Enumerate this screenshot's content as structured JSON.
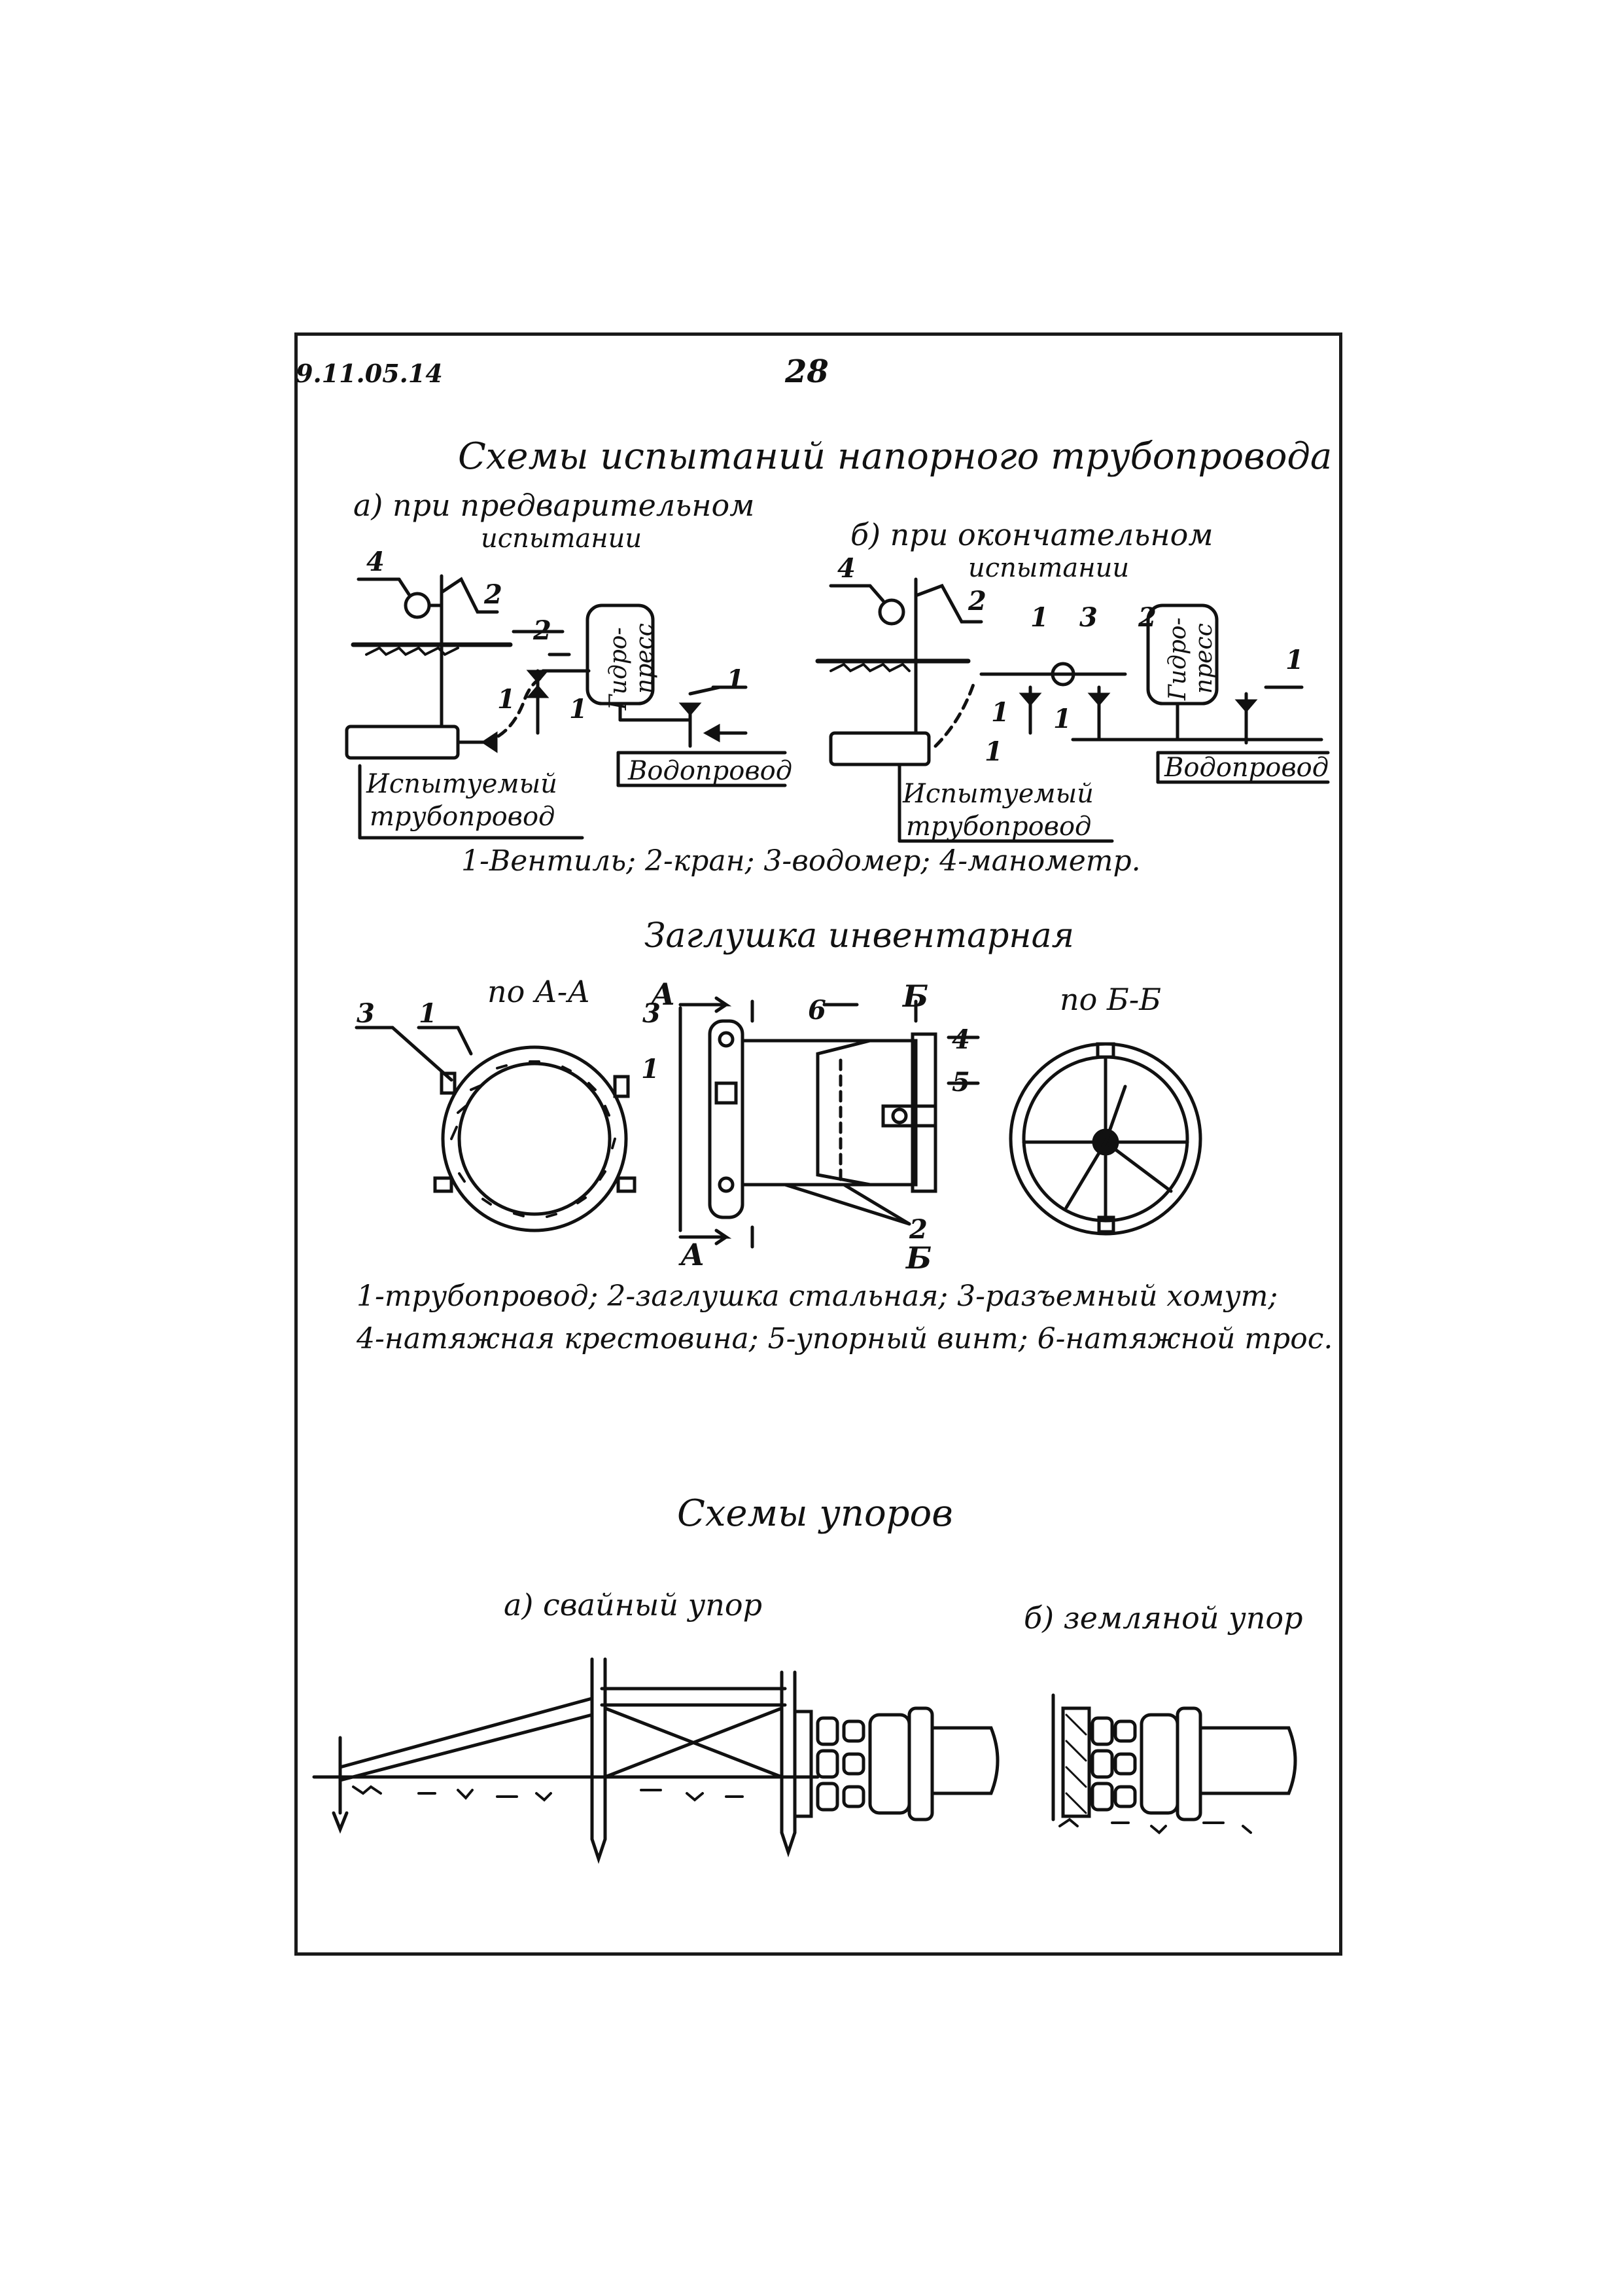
{
  "header": {
    "doc_code": "9.11.05.14",
    "page_number": "28"
  },
  "section1": {
    "title": "Схемы испытаний напорного трубопровода",
    "sub_a": [
      "а) при предварительном",
      "испытании"
    ],
    "sub_b": [
      "б) при окончательном",
      "испытании"
    ],
    "tested_pipe": [
      "Испытуемый",
      "трубопровод"
    ],
    "water_main": "Водопровод",
    "hydropress": [
      "Гидро-",
      "пресс"
    ],
    "callouts": [
      "1",
      "2",
      "3",
      "4"
    ],
    "legend": "1-Вентиль; 2-кран; 3-водомер; 4-манометр."
  },
  "section2": {
    "title": "Заглушка инвентарная",
    "view_aa": "по А-А",
    "view_bb": "по Б-Б",
    "section_marks": [
      "А",
      "Б"
    ],
    "callouts": [
      "1",
      "2",
      "3",
      "4",
      "5",
      "6"
    ],
    "legend_line1": "1-трубопровод; 2-заглушка стальная; 3-разъемный хомут;",
    "legend_line2": "4-натяжная крестовина; 5-упорный винт; 6-натяжной трос."
  },
  "section3": {
    "title": "Схемы упоров",
    "sub_a": "а) свайный упор",
    "sub_b": "б) земляной упор"
  }
}
